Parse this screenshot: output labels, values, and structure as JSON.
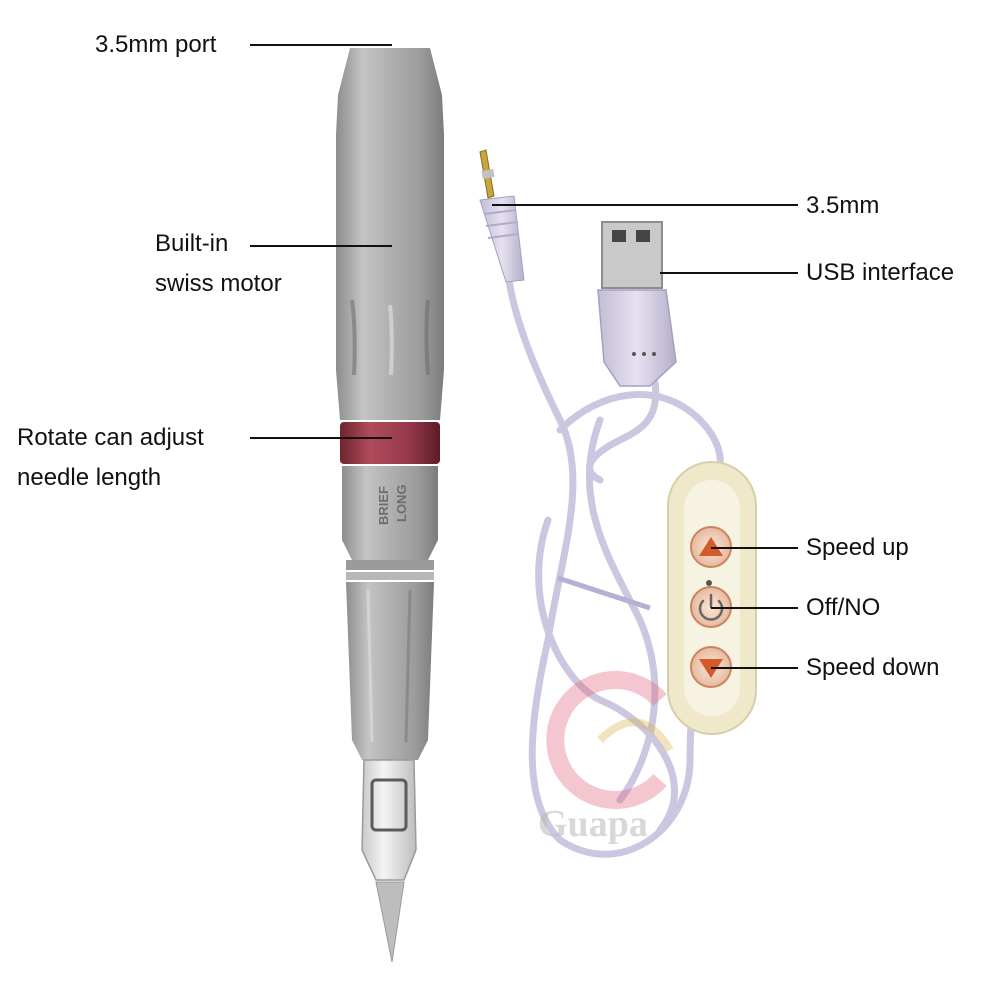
{
  "callouts": {
    "port": "3.5mm port",
    "motor_line1": "Built-in",
    "motor_line2": "swiss motor",
    "adjust_line1": "Rotate can adjust",
    "adjust_line2": "needle length",
    "jack": "3.5mm",
    "usb": "USB interface",
    "speed_up": "Speed up",
    "power": "Off/NO",
    "speed_down": "Speed down"
  },
  "pen_markings": {
    "brief": "BRIEF",
    "long": "LONG"
  },
  "watermark": "Guapa",
  "colors": {
    "pen_body": "#a8a8a8",
    "ring": "#9c3a48",
    "cable": "#cdc6e0",
    "controller": "#efe8c9",
    "button": "#d45a2a"
  }
}
